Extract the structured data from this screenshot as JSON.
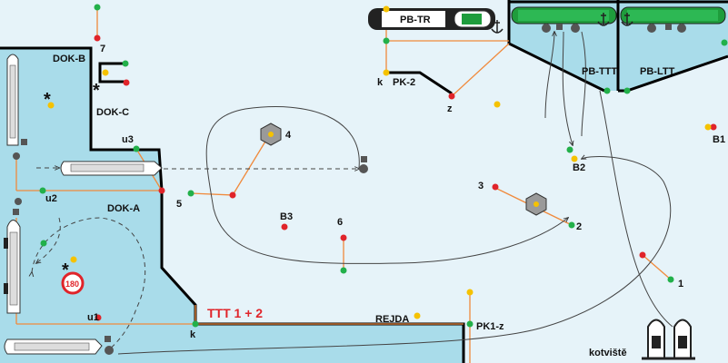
{
  "labels": {
    "dok_b": "DOK-B",
    "dok_c": "DOK-C",
    "dok_a": "DOK-A",
    "seven": "7",
    "u3": "u3",
    "u2": "u2",
    "u1": "u1",
    "k_bottom": "k",
    "k_top": "k",
    "pk2": "PK-2",
    "z": "z",
    "pb_tr": "PB-TR",
    "pb_ttt": "PB-TTT",
    "pb_ltt": "PB-LTT",
    "b1": "B1",
    "b2": "B2",
    "b3": "B3",
    "n1": "1",
    "n2": "2",
    "n3": "3",
    "n4": "4",
    "n5": "5",
    "n6": "6",
    "ttt": "TTT 1 + 2",
    "rejda": "REJDA",
    "pk1z": "PK1-z",
    "kotviste": "kotviště",
    "speed": "180",
    "star": "*"
  },
  "colors": {
    "water_dock": "#a9dcea",
    "background": "#e6f3f9",
    "wall": "#000000",
    "red": "#e0242a",
    "green": "#22b04a",
    "yellow": "#f5c200",
    "orange": "#f08a3c",
    "ship_green": "#1f9c3c",
    "grey": "#555555"
  },
  "icons": [
    "ship-icon",
    "anchor-icon",
    "hexagon-buoy-icon",
    "speed-limit-sign-icon",
    "motorboat-icon"
  ]
}
